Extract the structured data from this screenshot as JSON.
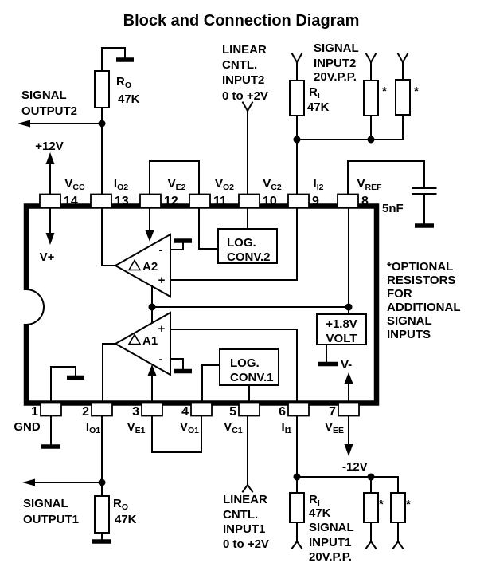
{
  "title": "Block and Connection Diagram",
  "top_left": {
    "signal_output2_l1": "SIGNAL",
    "signal_output2_l2": "OUTPUT2",
    "supply_pos": "+12V"
  },
  "resistor_ro": {
    "name_base": "R",
    "name_sub": "O",
    "value": "47K"
  },
  "resistor_ri": {
    "name_base": "R",
    "name_sub": "I",
    "value": "47K"
  },
  "linear_ctl_input2": {
    "l1": "LINEAR",
    "l2": "CNTL.",
    "l3": "INPUT2",
    "l4": "0 to +2V"
  },
  "signal_input2": {
    "l1": "SIGNAL",
    "l2": "INPUT2",
    "l3": "20V.P.P."
  },
  "star": "*",
  "capacitor": {
    "value": "5nF"
  },
  "pins_top": [
    {
      "num": "14",
      "base": "V",
      "sub": "CC"
    },
    {
      "num": "13",
      "base": "I",
      "sub": "O2"
    },
    {
      "num": "12",
      "base": "V",
      "sub": "E2"
    },
    {
      "num": "11",
      "base": "V",
      "sub": "O2"
    },
    {
      "num": "10",
      "base": "V",
      "sub": "C2"
    },
    {
      "num": "9",
      "base": "I",
      "sub": "I2"
    },
    {
      "num": "8",
      "base": "V",
      "sub": "REF"
    }
  ],
  "pins_bottom": [
    {
      "num": "1",
      "base": "GND",
      "sub": ""
    },
    {
      "num": "2",
      "base": "I",
      "sub": "O1"
    },
    {
      "num": "3",
      "base": "V",
      "sub": "E1"
    },
    {
      "num": "4",
      "base": "V",
      "sub": "O1"
    },
    {
      "num": "5",
      "base": "V",
      "sub": "C1"
    },
    {
      "num": "6",
      "base": "I",
      "sub": "I1"
    },
    {
      "num": "7",
      "base": "V",
      "sub": "EE"
    }
  ],
  "ic": {
    "v_plus": "V+",
    "v_minus": "V-",
    "amp2": {
      "label": "A2",
      "inv": "-",
      "noninv": "+"
    },
    "amp1": {
      "label": "A1",
      "inv": "-",
      "noninv": "+"
    },
    "log_conv2": {
      "l1": "LOG.",
      "l2": "CONV.2"
    },
    "log_conv1": {
      "l1": "LOG.",
      "l2": "CONV.1"
    },
    "ref_box": {
      "l1": "+1.8V",
      "l2": "VOLT"
    }
  },
  "note": {
    "l1": "*OPTIONAL",
    "l2": "RESISTORS",
    "l3": "FOR",
    "l4": "ADDITIONAL",
    "l5": "SIGNAL",
    "l6": "INPUTS"
  },
  "bottom_left": {
    "signal_output1_l1": "SIGNAL",
    "signal_output1_l2": "OUTPUT1"
  },
  "linear_ctl_input1": {
    "l1": "LINEAR",
    "l2": "CNTL.",
    "l3": "INPUT1",
    "l4": "0 to +2V"
  },
  "signal_input1": {
    "l1": "SIGNAL",
    "l2": "INPUT1",
    "l3": "20V.P.P."
  },
  "supply_neg": "-12V"
}
